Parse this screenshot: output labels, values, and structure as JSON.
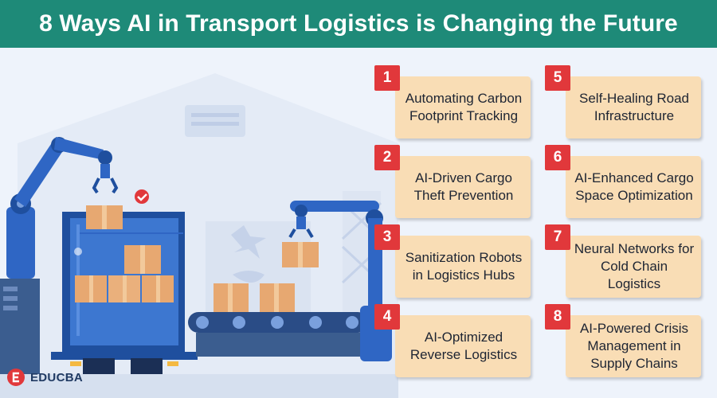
{
  "header": {
    "title": "8 Ways AI in Transport Logistics is Changing the Future"
  },
  "items": [
    {
      "number": "1",
      "text": "Automating Carbon Footprint Tracking"
    },
    {
      "number": "2",
      "text": "AI-Driven Cargo Theft Prevention"
    },
    {
      "number": "3",
      "text": "Sanitization Robots in Logistics Hubs"
    },
    {
      "number": "4",
      "text": "AI-Optimized Reverse Logistics"
    },
    {
      "number": "5",
      "text": "Self-Healing Road Infrastructure"
    },
    {
      "number": "6",
      "text": "AI-Enhanced Cargo Space Optimization"
    },
    {
      "number": "7",
      "text": "Neural Networks for Cold Chain Logistics"
    },
    {
      "number": "8",
      "text": "AI-Powered Crisis Management in Supply Chains"
    }
  ],
  "logo": {
    "text": "EDUCBA",
    "icon": "educba-logo-icon"
  },
  "illustration": {
    "icons": [
      "warehouse-icon",
      "robotic-arm-icon",
      "delivery-truck-icon",
      "conveyor-belt-icon",
      "cardboard-box-icon",
      "checkmark-badge-icon"
    ]
  },
  "colors": {
    "header": "#1e8a78",
    "card": "#f9ddb5",
    "badge": "#e1383b",
    "card_text": "#1e2533",
    "robot_blue": "#2f66c4",
    "truck_blue": "#1f4f9e"
  }
}
